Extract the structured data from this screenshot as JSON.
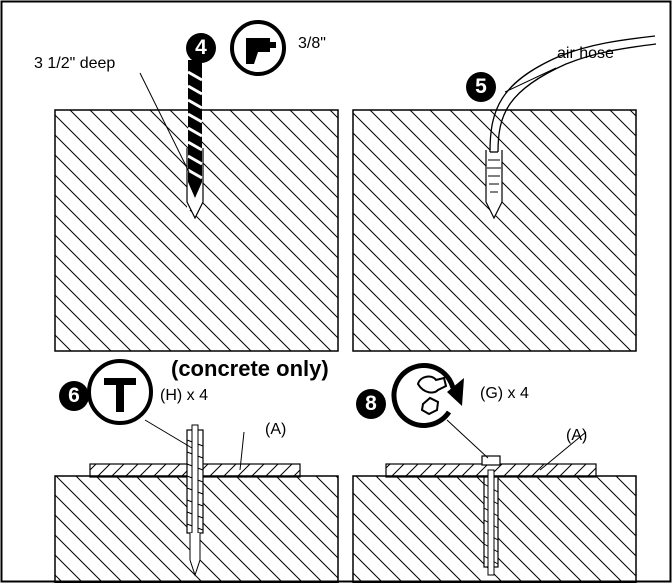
{
  "steps": [
    {
      "number": "4",
      "tool_icon": "drill-icon",
      "text": "3/8\"",
      "callout": "3 1/2\" deep"
    },
    {
      "number": "5",
      "callout": "air hose"
    },
    {
      "number": "6",
      "tool_icon": "hammer-icon",
      "heading": "(concrete only)",
      "text": "(H) x 4",
      "part_label": "(A)"
    },
    {
      "number": "8",
      "tool_icon": "wrench-tighten-icon",
      "text": "(G) x 4",
      "part_label": "(A)"
    }
  ],
  "colors": {
    "ink": "#000000",
    "paper": "#ffffff"
  }
}
